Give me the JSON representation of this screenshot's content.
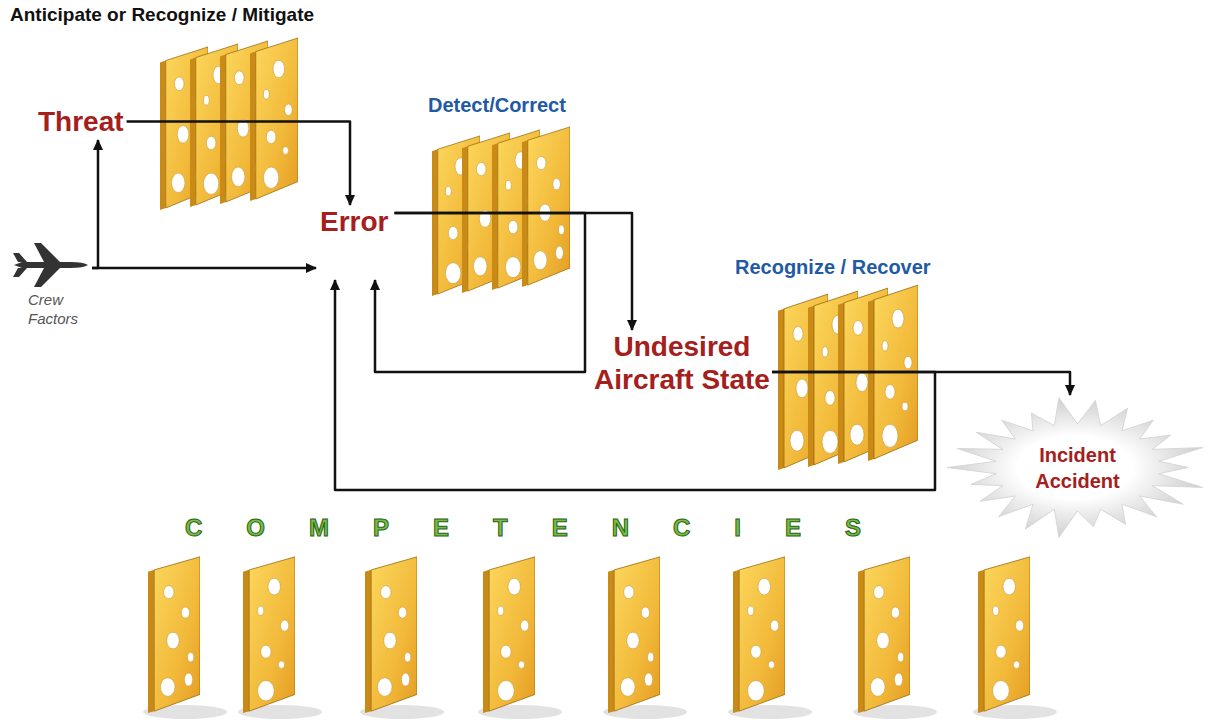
{
  "diagram": {
    "nodes": [
      {
        "text": [
          "Threat"
        ]
      },
      {
        "text": [
          "Error"
        ]
      },
      {
        "text": [
          "Undesired Aircraft State"
        ]
      },
      {
        "text": [
          "Incident Accident"
        ]
      },
      {
        "text": [
          "Crew Factors"
        ]
      }
    ],
    "edges": [
      {
        "from": 4,
        "to": 0,
        "arrow": "to"
      },
      {
        "from": 4,
        "to": 1,
        "arrow": "to"
      },
      {
        "from": 0,
        "to": 1,
        "arrow": "to"
      },
      {
        "from": 1,
        "to": 1,
        "arrow": "to"
      },
      {
        "from": 1,
        "to": 2,
        "arrow": "to"
      },
      {
        "from": 2,
        "to": 3,
        "arrow": "to"
      },
      {
        "from": 2,
        "to": 1,
        "arrow": "to"
      }
    ],
    "labels": [
      "Anticipate or Recognize / Mitigate",
      "Detect/Correct",
      "Recognize / Recover",
      "COMPETENCIES"
    ]
  }
}
